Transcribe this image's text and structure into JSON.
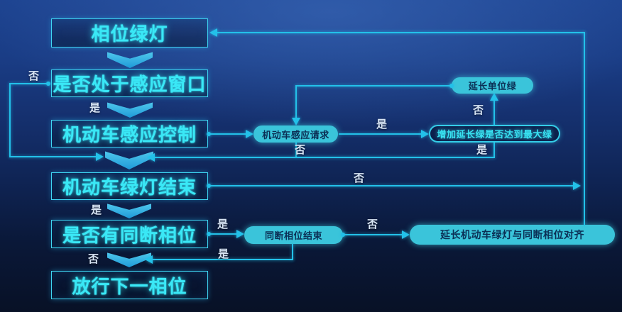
{
  "colors": {
    "line": "#23c1e9",
    "box-border": "#3fd6f2",
    "box-text": "#3ae8f6",
    "pill-fill": "#3ac4da",
    "pill-text": "#0b2f55",
    "label-text": "#d8e5f4",
    "bg-top": "#1d4390",
    "bg-bottom": "#081126"
  },
  "nodes": {
    "phase_green": {
      "label": "相位绿灯"
    },
    "sensing_window": {
      "label": "是否处于感应窗口"
    },
    "actuated_control": {
      "label": "机动车感应控制"
    },
    "green_end": {
      "label": "机动车绿灯结束"
    },
    "concurrent_phase": {
      "label": "是否有同断相位"
    },
    "next_phase": {
      "label": "放行下一相位"
    }
  },
  "pills": {
    "actuation_request": {
      "label": "机动车感应请求"
    },
    "extend_unit_green": {
      "label": "延长单位绿"
    },
    "max_green_check": {
      "label": "增加延长绿是否达到最大绿"
    },
    "concurrent_phase_end": {
      "label": "同断相位结束"
    },
    "align_extension": {
      "label": "延长机动车绿灯与同断相位对齐"
    }
  },
  "edge_labels": {
    "yes": "是",
    "no": "否"
  }
}
